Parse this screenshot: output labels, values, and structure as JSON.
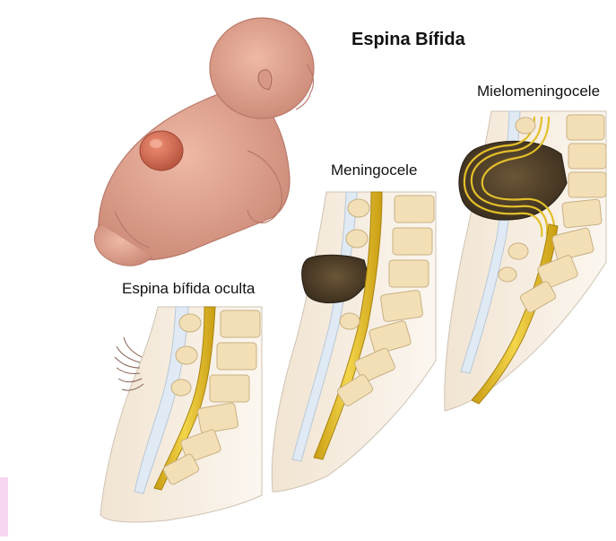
{
  "title": "Espina Bífida",
  "panels": {
    "oculta": {
      "label": "Espina bífida oculta"
    },
    "meningocele": {
      "label": "Meningocele"
    },
    "mielomeningocele": {
      "label": "Mielomeningocele"
    }
  },
  "colors": {
    "skin": "#e7a994",
    "skin_shadow": "#c98774",
    "tissue": "#f6ead8",
    "bone": "#f3dfb6",
    "nerve": "#e3bf2a",
    "fluid": "#4a3d2a",
    "membrane": "#dfeaf4"
  },
  "icons": {
    "baby": "infant-illustration",
    "spine": "spine-cross-section"
  }
}
